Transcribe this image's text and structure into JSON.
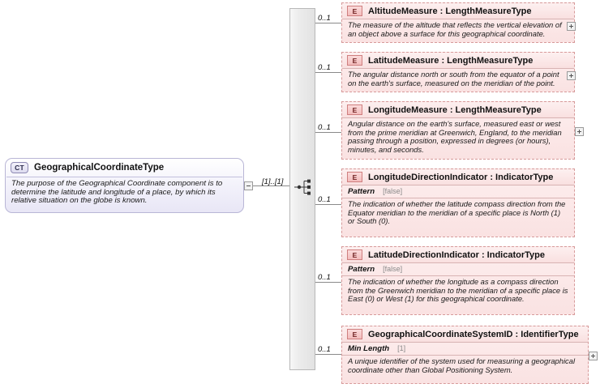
{
  "diagram": {
    "type": "xsd-schema-diagram",
    "compositor": "sequence",
    "root": {
      "badge": "CT",
      "name": "GeographicalCoordinateType",
      "documentation": "The purpose of the Geographical Coordinate component is to determine the latitude and longitude of a place, by which its relative situation on the globe\nis known.",
      "cardinality": "[1]..[1]",
      "toggle": "minus"
    },
    "children": [
      {
        "badge": "E",
        "name": "AltitudeMeasure : LengthMeasureType",
        "cardinality": "0..1",
        "facet_name": "",
        "facet_value": "",
        "documentation": "The measure of the altitude that reflects the vertical elevation of an object above a surface for this geographical coordinate.",
        "toggle": "plus"
      },
      {
        "badge": "E",
        "name": "LatitudeMeasure : LengthMeasureType",
        "cardinality": "0..1",
        "facet_name": "",
        "facet_value": "",
        "documentation": "The angular distance north or south from the equator of a point on the earth's surface, measured on the meridian of the point.",
        "toggle": "plus"
      },
      {
        "badge": "E",
        "name": "LongitudeMeasure : LengthMeasureType",
        "cardinality": "0..1",
        "facet_name": "",
        "facet_value": "",
        "documentation": "Angular distance on the earth's surface, measured east or west from the prime meridian at Greenwich, England, to the meridian passing through a\nposition, expressed in degrees (or hours), minutes, and seconds.",
        "toggle": "plus"
      },
      {
        "badge": "E",
        "name": "LongitudeDirectionIndicator : IndicatorType",
        "cardinality": "0..1",
        "facet_name": "Pattern",
        "facet_value": "[false]",
        "documentation": "The indication of whether the latitude compass direction from the    Equator meridian to the meridian of a specific place is North (1) or South\n(0).",
        "toggle": ""
      },
      {
        "badge": "E",
        "name": "LatitudeDirectionIndicator : IndicatorType",
        "cardinality": "0..1",
        "facet_name": "Pattern",
        "facet_value": "[false]",
        "documentation": "The indication of whether the longitude as a compass direction from the Greenwich meridian to the meridian of a specific place is East (0) or West (1)\nfor this geographical coordinate.",
        "toggle": ""
      },
      {
        "badge": "E",
        "name": "GeographicalCoordinateSystemID : IdentifierType",
        "cardinality": "0..1",
        "facet_name": "Min Length",
        "facet_value": "[1]",
        "documentation": "A unique identifier of the system used for measuring a geographical coordinate other than Global Positioning System.",
        "toggle": "plus"
      }
    ]
  },
  "colors": {
    "element_fill": "#fae2e2",
    "element_border": "#d79a9a",
    "type_fill": "#e8e6f6",
    "type_border": "#b9b6d6",
    "compositor_fill": "#e2e2e2",
    "line": "#8a8a8a"
  }
}
